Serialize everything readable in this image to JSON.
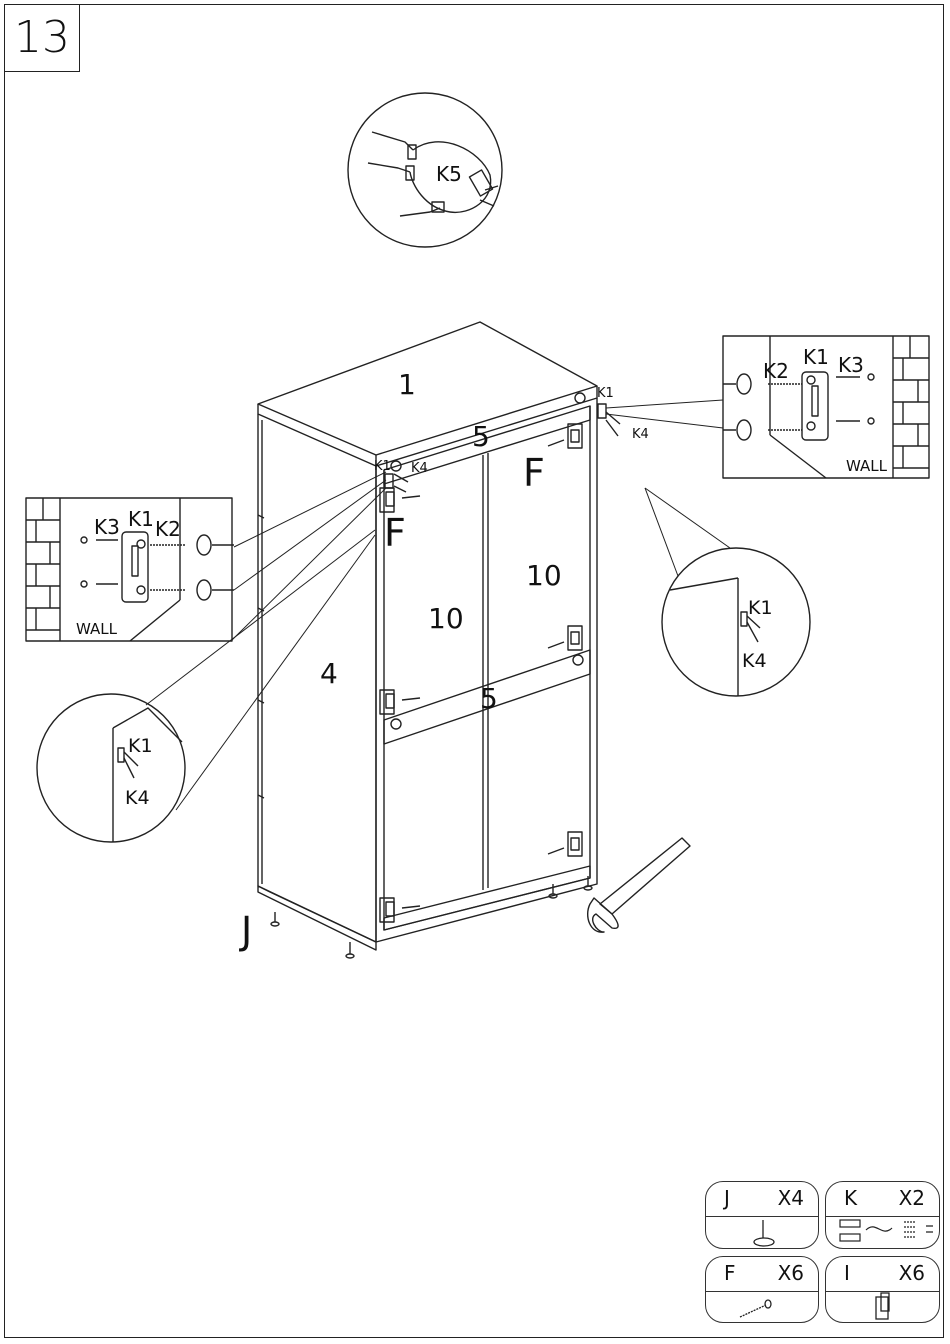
{
  "step": {
    "number": "13"
  },
  "callouts": {
    "strap_part": "K5",
    "wall_left": {
      "k3": "K3",
      "k1": "K1",
      "k2": "K2",
      "wall": "WALL"
    },
    "wall_right": {
      "k2": "K2",
      "k1": "K1",
      "k3": "K3",
      "wall": "WALL"
    },
    "detail_left": {
      "k1": "K1",
      "k4": "K4"
    },
    "detail_right": {
      "k1": "K1",
      "k4": "K4"
    }
  },
  "panels": {
    "top": "1",
    "rail_top": "5",
    "rail_mid": "5",
    "side": "4",
    "door_left": "10",
    "door_right": "10"
  },
  "labels": {
    "hinge_f_left": "F",
    "hinge_f_right": "F",
    "k1_small_left": "K1",
    "k4_small_left": "K4",
    "k1_small_right": "K1",
    "k4_small_right": "K4",
    "foot_j": "J"
  },
  "legend": [
    {
      "letter": "J",
      "qty": "X4",
      "icon": "foot-glide-icon"
    },
    {
      "letter": "K",
      "qty": "X2",
      "icon": "anti-tip-kit-icon"
    },
    {
      "letter": "F",
      "qty": "X6",
      "icon": "screw-icon"
    },
    {
      "letter": "I",
      "qty": "X6",
      "icon": "hinge-icon"
    }
  ]
}
